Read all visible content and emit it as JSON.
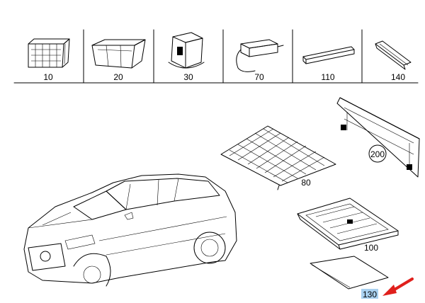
{
  "parts_strip": [
    {
      "number": "10",
      "icon": "crate-icon"
    },
    {
      "number": "20",
      "icon": "tray-box-icon"
    },
    {
      "number": "30",
      "icon": "cooler-box-icon"
    },
    {
      "number": "70",
      "icon": "power-adapter-icon"
    },
    {
      "number": "110",
      "icon": "rod-icon"
    },
    {
      "number": "140",
      "icon": "rail-icon"
    }
  ],
  "callouts": {
    "net": "80",
    "board_frame": "200",
    "cargo_tray": "100",
    "floor_mat": "130"
  },
  "colors": {
    "highlight": "#a9d1f0",
    "arrow": "#e0201c"
  }
}
